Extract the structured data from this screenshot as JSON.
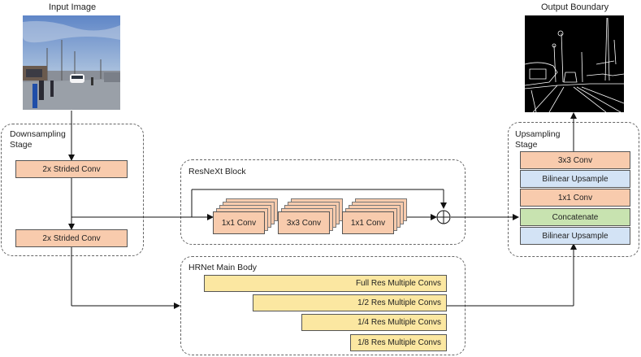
{
  "input": {
    "caption": "Input Image"
  },
  "output": {
    "caption": "Output Boundary"
  },
  "downsampling": {
    "label": "Downsampling Stage",
    "conv1": "2x Strided Conv",
    "conv2": "2x Strided Conv"
  },
  "resnext": {
    "label": "ResNeXt Block",
    "conv_a": "1x1 Conv",
    "conv_b": "3x3 Conv",
    "conv_c": "1x1 Conv"
  },
  "hrnet": {
    "label": "HRNet Main Body",
    "rows": [
      "Full Res Multiple Convs",
      "1/2 Res Multiple Convs",
      "1/4 Res Multiple Convs",
      "1/8 Res Multiple Convs"
    ]
  },
  "upsampling": {
    "label": "Upsampling Stage",
    "blocks": [
      {
        "label": "3x3 Conv",
        "color": "#f8cbad"
      },
      {
        "label": "Bilinear Upsample",
        "color": "#d3e3f5"
      },
      {
        "label": "1x1 Conv",
        "color": "#f8cbad"
      },
      {
        "label": "Concatenate",
        "color": "#c8e3b0"
      },
      {
        "label": "Bilinear Upsample",
        "color": "#d3e3f5"
      }
    ]
  },
  "colors": {
    "conv": "#f8cbad",
    "upsample": "#d3e3f5",
    "concat": "#c8e3b0",
    "hrnet": "#fbe7a1"
  }
}
